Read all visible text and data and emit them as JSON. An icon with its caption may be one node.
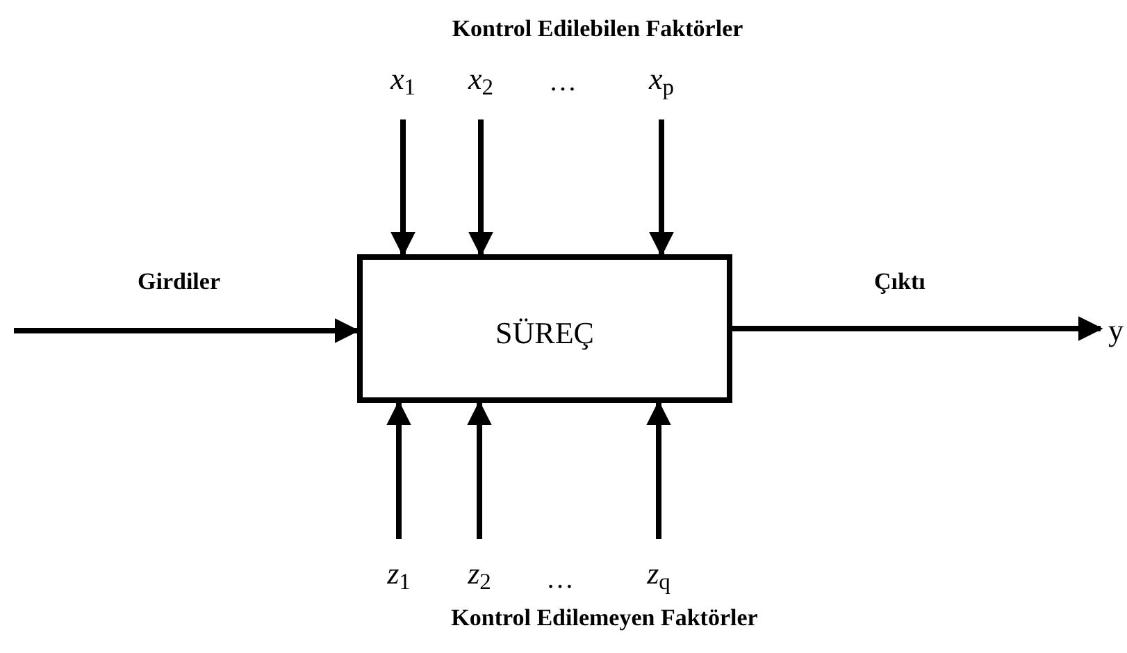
{
  "diagram": {
    "nodes": [
      {
        "text": [
          "*x*$_{1}$"
        ]
      },
      {
        "text": [
          "*x*$_{2}$"
        ]
      },
      {
        "text": [
          "*x*$_{p}$"
        ]
      },
      {
        "text": [
          "SÜREÇ"
        ]
      },
      {
        "text": [
          "y"
        ]
      },
      {
        "text": [
          "*z*$_{1}$"
        ]
      },
      {
        "text": [
          "*z*$_{2}$"
        ]
      },
      {
        "text": [
          "*z*$_{q}$"
        ]
      }
    ],
    "edges": [
      {
        "from": 0,
        "to": 3,
        "arrow": "to"
      },
      {
        "from": 1,
        "to": 3,
        "arrow": "to"
      },
      {
        "from": 2,
        "to": 3,
        "arrow": "to"
      },
      {
        "from": null,
        "to": 3,
        "arrow": "to",
        "label": "Girdiler"
      },
      {
        "from": 3,
        "to": 4,
        "arrow": "to",
        "label": "Çıktı"
      },
      {
        "from": 5,
        "to": 3,
        "arrow": "to"
      },
      {
        "from": 6,
        "to": 3,
        "arrow": "to"
      },
      {
        "from": 7,
        "to": 3,
        "arrow": "to"
      }
    ],
    "labels": [
      "Kontrol Edilebilen Faktörler",
      "…",
      "…",
      "Kontrol Edilemeyen Faktörler"
    ]
  }
}
